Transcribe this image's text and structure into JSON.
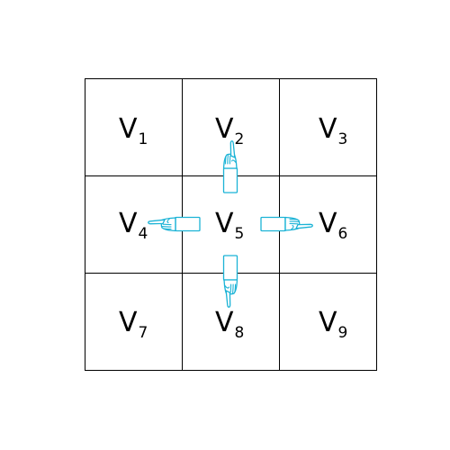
{
  "grid": {
    "rows": 3,
    "cols": 3,
    "cells": [
      {
        "letter": "V",
        "sub": "1"
      },
      {
        "letter": "V",
        "sub": "2"
      },
      {
        "letter": "V",
        "sub": "3"
      },
      {
        "letter": "V",
        "sub": "4"
      },
      {
        "letter": "V",
        "sub": "5"
      },
      {
        "letter": "V",
        "sub": "6"
      },
      {
        "letter": "V",
        "sub": "7"
      },
      {
        "letter": "V",
        "sub": "8"
      },
      {
        "letter": "V",
        "sub": "9"
      }
    ]
  },
  "pointers": [
    {
      "name": "pointing-hand-up-icon",
      "direction": "up",
      "target": "V2"
    },
    {
      "name": "pointing-hand-left-icon",
      "direction": "left",
      "target": "V4"
    },
    {
      "name": "pointing-hand-right-icon",
      "direction": "right",
      "target": "V6"
    },
    {
      "name": "pointing-hand-down-icon",
      "direction": "down",
      "target": "V8"
    }
  ],
  "colors": {
    "grid_line": "#000000",
    "pointer": "#1bb3d6",
    "text": "#000000"
  }
}
